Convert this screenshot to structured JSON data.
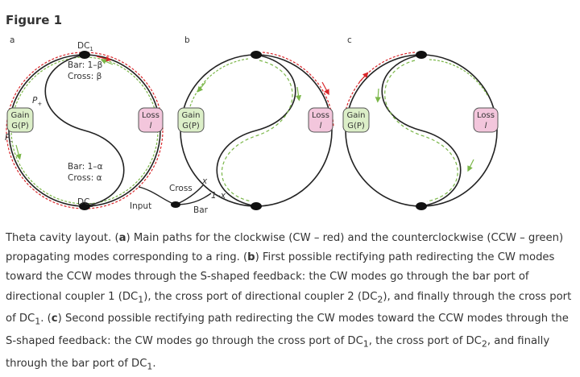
{
  "figure_title": "Figure 1",
  "panels": [
    {
      "letter": "a",
      "gain_label": "Gain",
      "gain_value": "G(P)",
      "loss_label": "Loss",
      "loss_value": "l",
      "dc_top": "DC",
      "dc_top_sub": "1",
      "dc_bottom": "DC",
      "dc_bottom_sub": "2",
      "top_bar": "Bar: 1–β",
      "top_cross": "Cross: β",
      "bottom_bar": "Bar: 1–α",
      "bottom_cross": "Cross: α",
      "p_plus": "P",
      "p_plus_sub": "+",
      "p_minus": "P",
      "p_minus_sub": "–"
    },
    {
      "letter": "b",
      "gain_label": "Gain",
      "gain_value": "G(P)",
      "loss_label": "Loss",
      "loss_value": "l"
    },
    {
      "letter": "c",
      "gain_label": "Gain",
      "gain_value": "G(P)",
      "loss_label": "Loss",
      "loss_value": "l"
    }
  ],
  "coupler_inset": {
    "input": "Input",
    "cross": "Cross",
    "bar": "Bar",
    "x": "x",
    "one_minus_x": "1–x"
  },
  "colors": {
    "cw": "#d9262a",
    "ccw": "#7ab648",
    "loss_fill": "#f3c6dc",
    "gain_fill": "#dcefc8"
  },
  "caption": {
    "prefix": "Theta cavity layout. (",
    "a_tag": "a",
    "a_text": ") Main paths for the clockwise (CW – red) and the counterclockwise (CCW – green) propagating modes corresponding to a ring. (",
    "b_tag": "b",
    "b_text": ") First possible rectifying path redirecting the CW modes toward the CCW modes through the S-shaped feedback: the CW modes go through the bar port of directional coupler 1 (DC",
    "b_sub1": "1",
    "b_text2": "), the cross port of directional coupler 2 (DC",
    "b_sub2": "2",
    "b_text3": "), and finally through the cross port of DC",
    "b_sub3": "1",
    "b_text4": ". (",
    "c_tag": "c",
    "c_text": ") Second possible rectifying path redirecting the CW modes toward the CCW modes through the S-shaped feedback: the CW modes go through the cross port of DC",
    "c_sub1": "1",
    "c_text2": ", the cross port of DC",
    "c_sub2": "2",
    "c_text3": ", and finally through the bar port of DC",
    "c_sub3": "1",
    "c_text4": "."
  }
}
